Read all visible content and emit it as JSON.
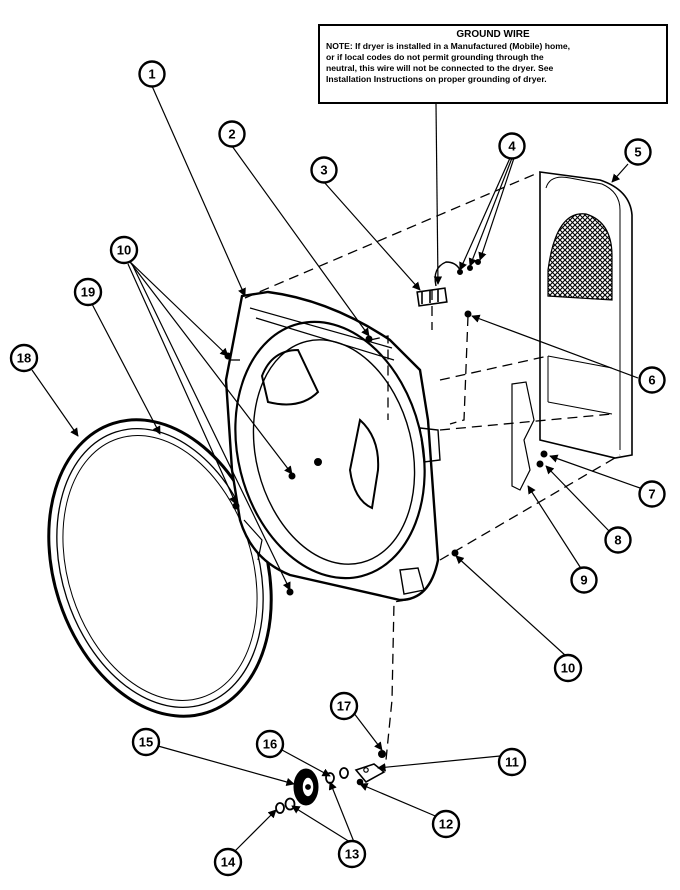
{
  "note": {
    "title": "GROUND WIRE",
    "lines": [
      "NOTE: If dryer is installed in a Manufactured (Mobile) home,",
      "or if local codes do not permit grounding through the",
      "neutral, this wire will not be connected to the dryer. See",
      "Installation Instructions on proper grounding of dryer."
    ]
  },
  "callouts": {
    "c1": "1",
    "c2": "2",
    "c3": "3",
    "c4": "4",
    "c5": "5",
    "c6": "6",
    "c7": "7",
    "c8": "8",
    "c9": "9",
    "c10a": "10",
    "c10b": "10",
    "c11": "11",
    "c12": "12",
    "c13": "13",
    "c14": "14",
    "c15": "15",
    "c16": "16",
    "c17": "17",
    "c18": "18",
    "c19": "19"
  }
}
